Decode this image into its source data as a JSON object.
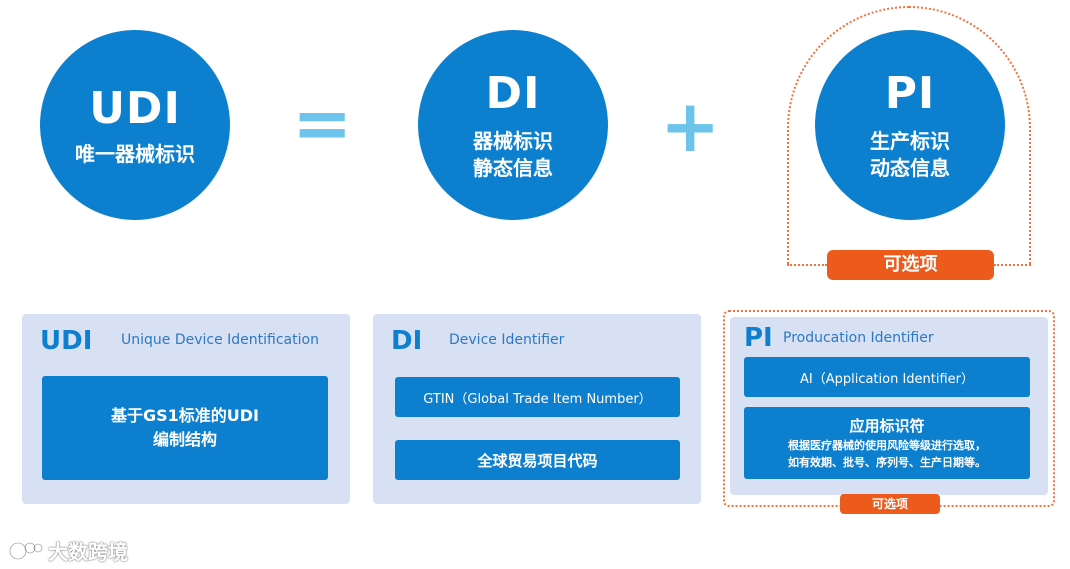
{
  "top": {
    "udi": {
      "abbr": "UDI",
      "label": "唯一器械标识"
    },
    "equals": "=",
    "di": {
      "abbr": "DI",
      "line1": "器械标识",
      "line2": "静态信息"
    },
    "plus": "+",
    "pi": {
      "abbr": "PI",
      "line1": "生产标识",
      "line2": "动态信息"
    },
    "optional": "可选项"
  },
  "panels": {
    "udi": {
      "abbr": "UDI",
      "full": "Unique Device Identification",
      "box_line1": "基于GS1标准的UDI",
      "box_line2": "编制结构"
    },
    "di": {
      "abbr": "DI",
      "full": "Device Identifier",
      "gtin": "GTIN（Global Trade Item Number）",
      "gtin_cn": "全球贸易项目代码"
    },
    "pi": {
      "abbr": "PI",
      "full": "Producation Identifier",
      "ai": "AI（Application Identifier）",
      "ai_cn": "应用标识符",
      "desc_line1": "根据医疗器械的使用风险等级进行选取，",
      "desc_line2": "如有效期、批号、序列号、生产日期等。",
      "optional": "可选项"
    }
  },
  "watermark": {
    "text": "大数跨境"
  },
  "colors": {
    "circle_blue": "#0d7fcf",
    "operator_blue": "#6cc4ea",
    "panel_bg": "#d8e1f3",
    "optional_orange": "#ec5a1c"
  }
}
